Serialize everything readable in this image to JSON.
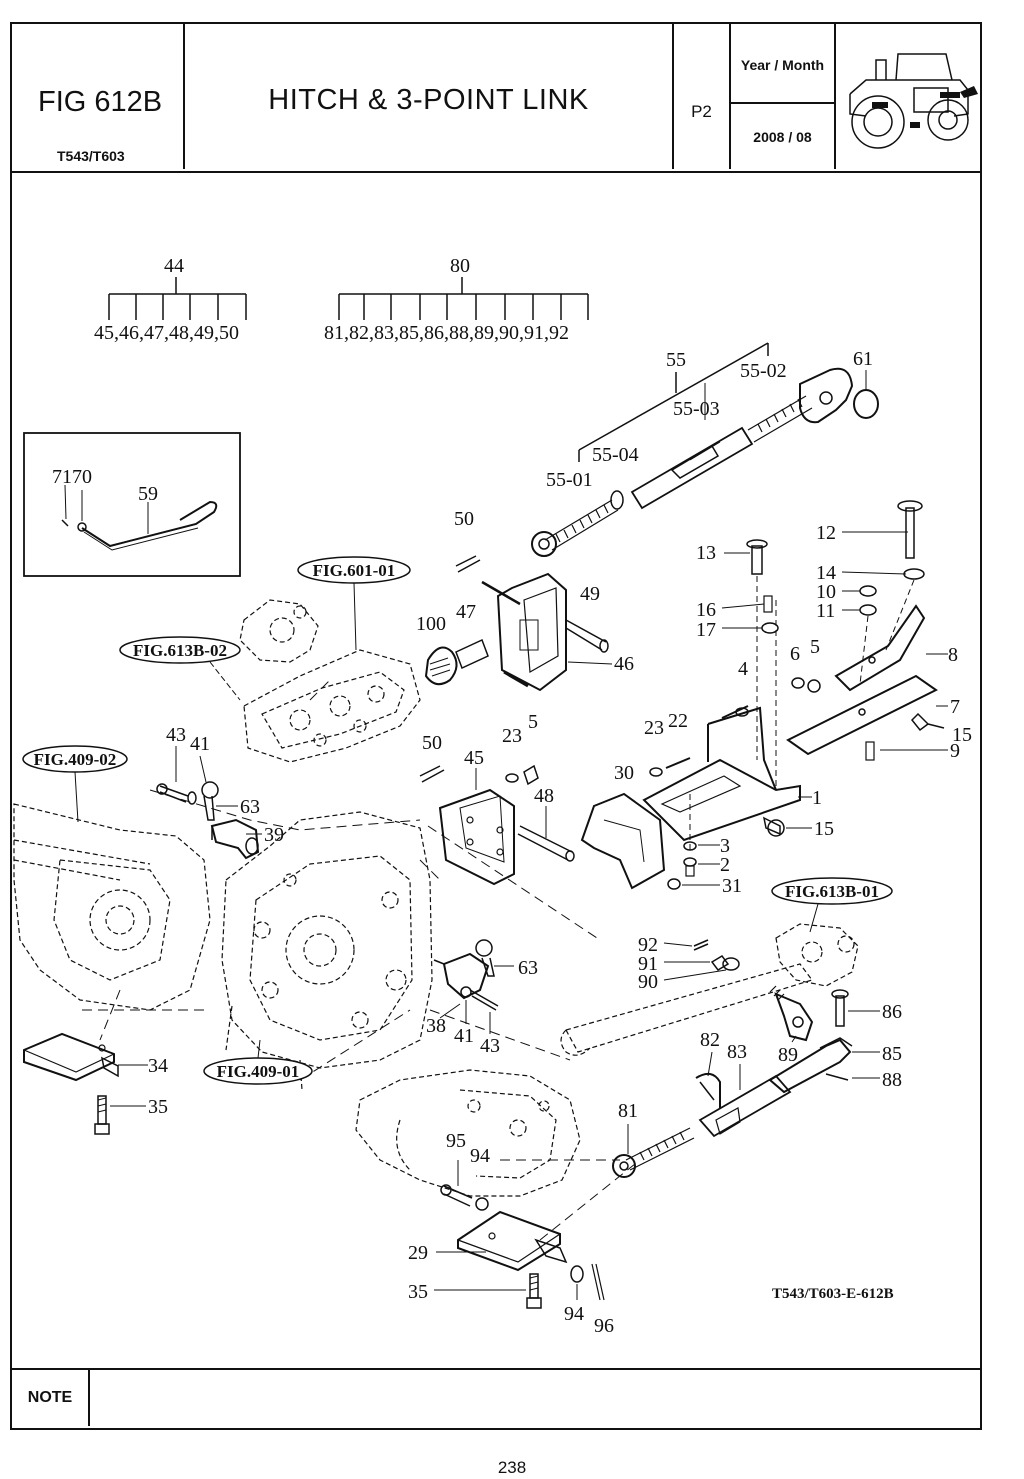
{
  "header": {
    "figure_code": "FIG 612B",
    "model": "T543/T603",
    "title": "HITCH & 3-POINT LINK",
    "page_code": "P2",
    "year_month_label": "Year / Month",
    "year_month_value": "2008 / 08"
  },
  "groups": {
    "group44": {
      "label": "44",
      "members": "45,46,47,48,49,50"
    },
    "group80": {
      "label": "80",
      "members": "81,82,83,85,86,88,89,90,91,92"
    }
  },
  "figure_refs": {
    "fig601_01": "FIG.601-01",
    "fig613b_02": "FIG.613B-02",
    "fig409_02": "FIG.409-02",
    "fig613b_01": "FIG.613B-01",
    "fig409_01": "FIG.409-01"
  },
  "callouts": {
    "c55": "55",
    "c55_02": "55-02",
    "c61": "61",
    "c55_03": "55-03",
    "c55_04": "55-04",
    "c55_01": "55-01",
    "c71": "71",
    "c70": "70",
    "c59": "59",
    "c50a": "50",
    "c12": "12",
    "c13": "13",
    "c14": "14",
    "c10": "10",
    "c11": "11",
    "c16": "16",
    "c17": "17",
    "c49": "49",
    "c100": "100",
    "c47": "47",
    "c46": "46",
    "c8": "8",
    "c6": "6",
    "c5a": "5",
    "c4": "4",
    "c7": "7",
    "c15a": "15",
    "c9": "9",
    "c23a": "23",
    "c22": "22",
    "c43a": "43",
    "c41a": "41",
    "c50b": "50",
    "c23b": "23",
    "c5b": "5",
    "c45": "45",
    "c30": "30",
    "c1": "1",
    "c63a": "63",
    "c48": "48",
    "c15b": "15",
    "c39": "39",
    "c3": "3",
    "c2": "2",
    "c31": "31",
    "c92": "92",
    "c91": "91",
    "c90": "90",
    "c63b": "63",
    "c86": "86",
    "c38": "38",
    "c41b": "41",
    "c43b": "43",
    "c82": "82",
    "c83": "83",
    "c89": "89",
    "c85": "85",
    "c88": "88",
    "c34": "34",
    "c35a": "35",
    "c81": "81",
    "c95": "95",
    "c94a": "94",
    "c29": "29",
    "c35b": "35",
    "c94b": "94",
    "c96": "96"
  },
  "drawing_code": "T543/T603-E-612B",
  "footer": {
    "note_label": "NOTE",
    "page_number": "238"
  }
}
